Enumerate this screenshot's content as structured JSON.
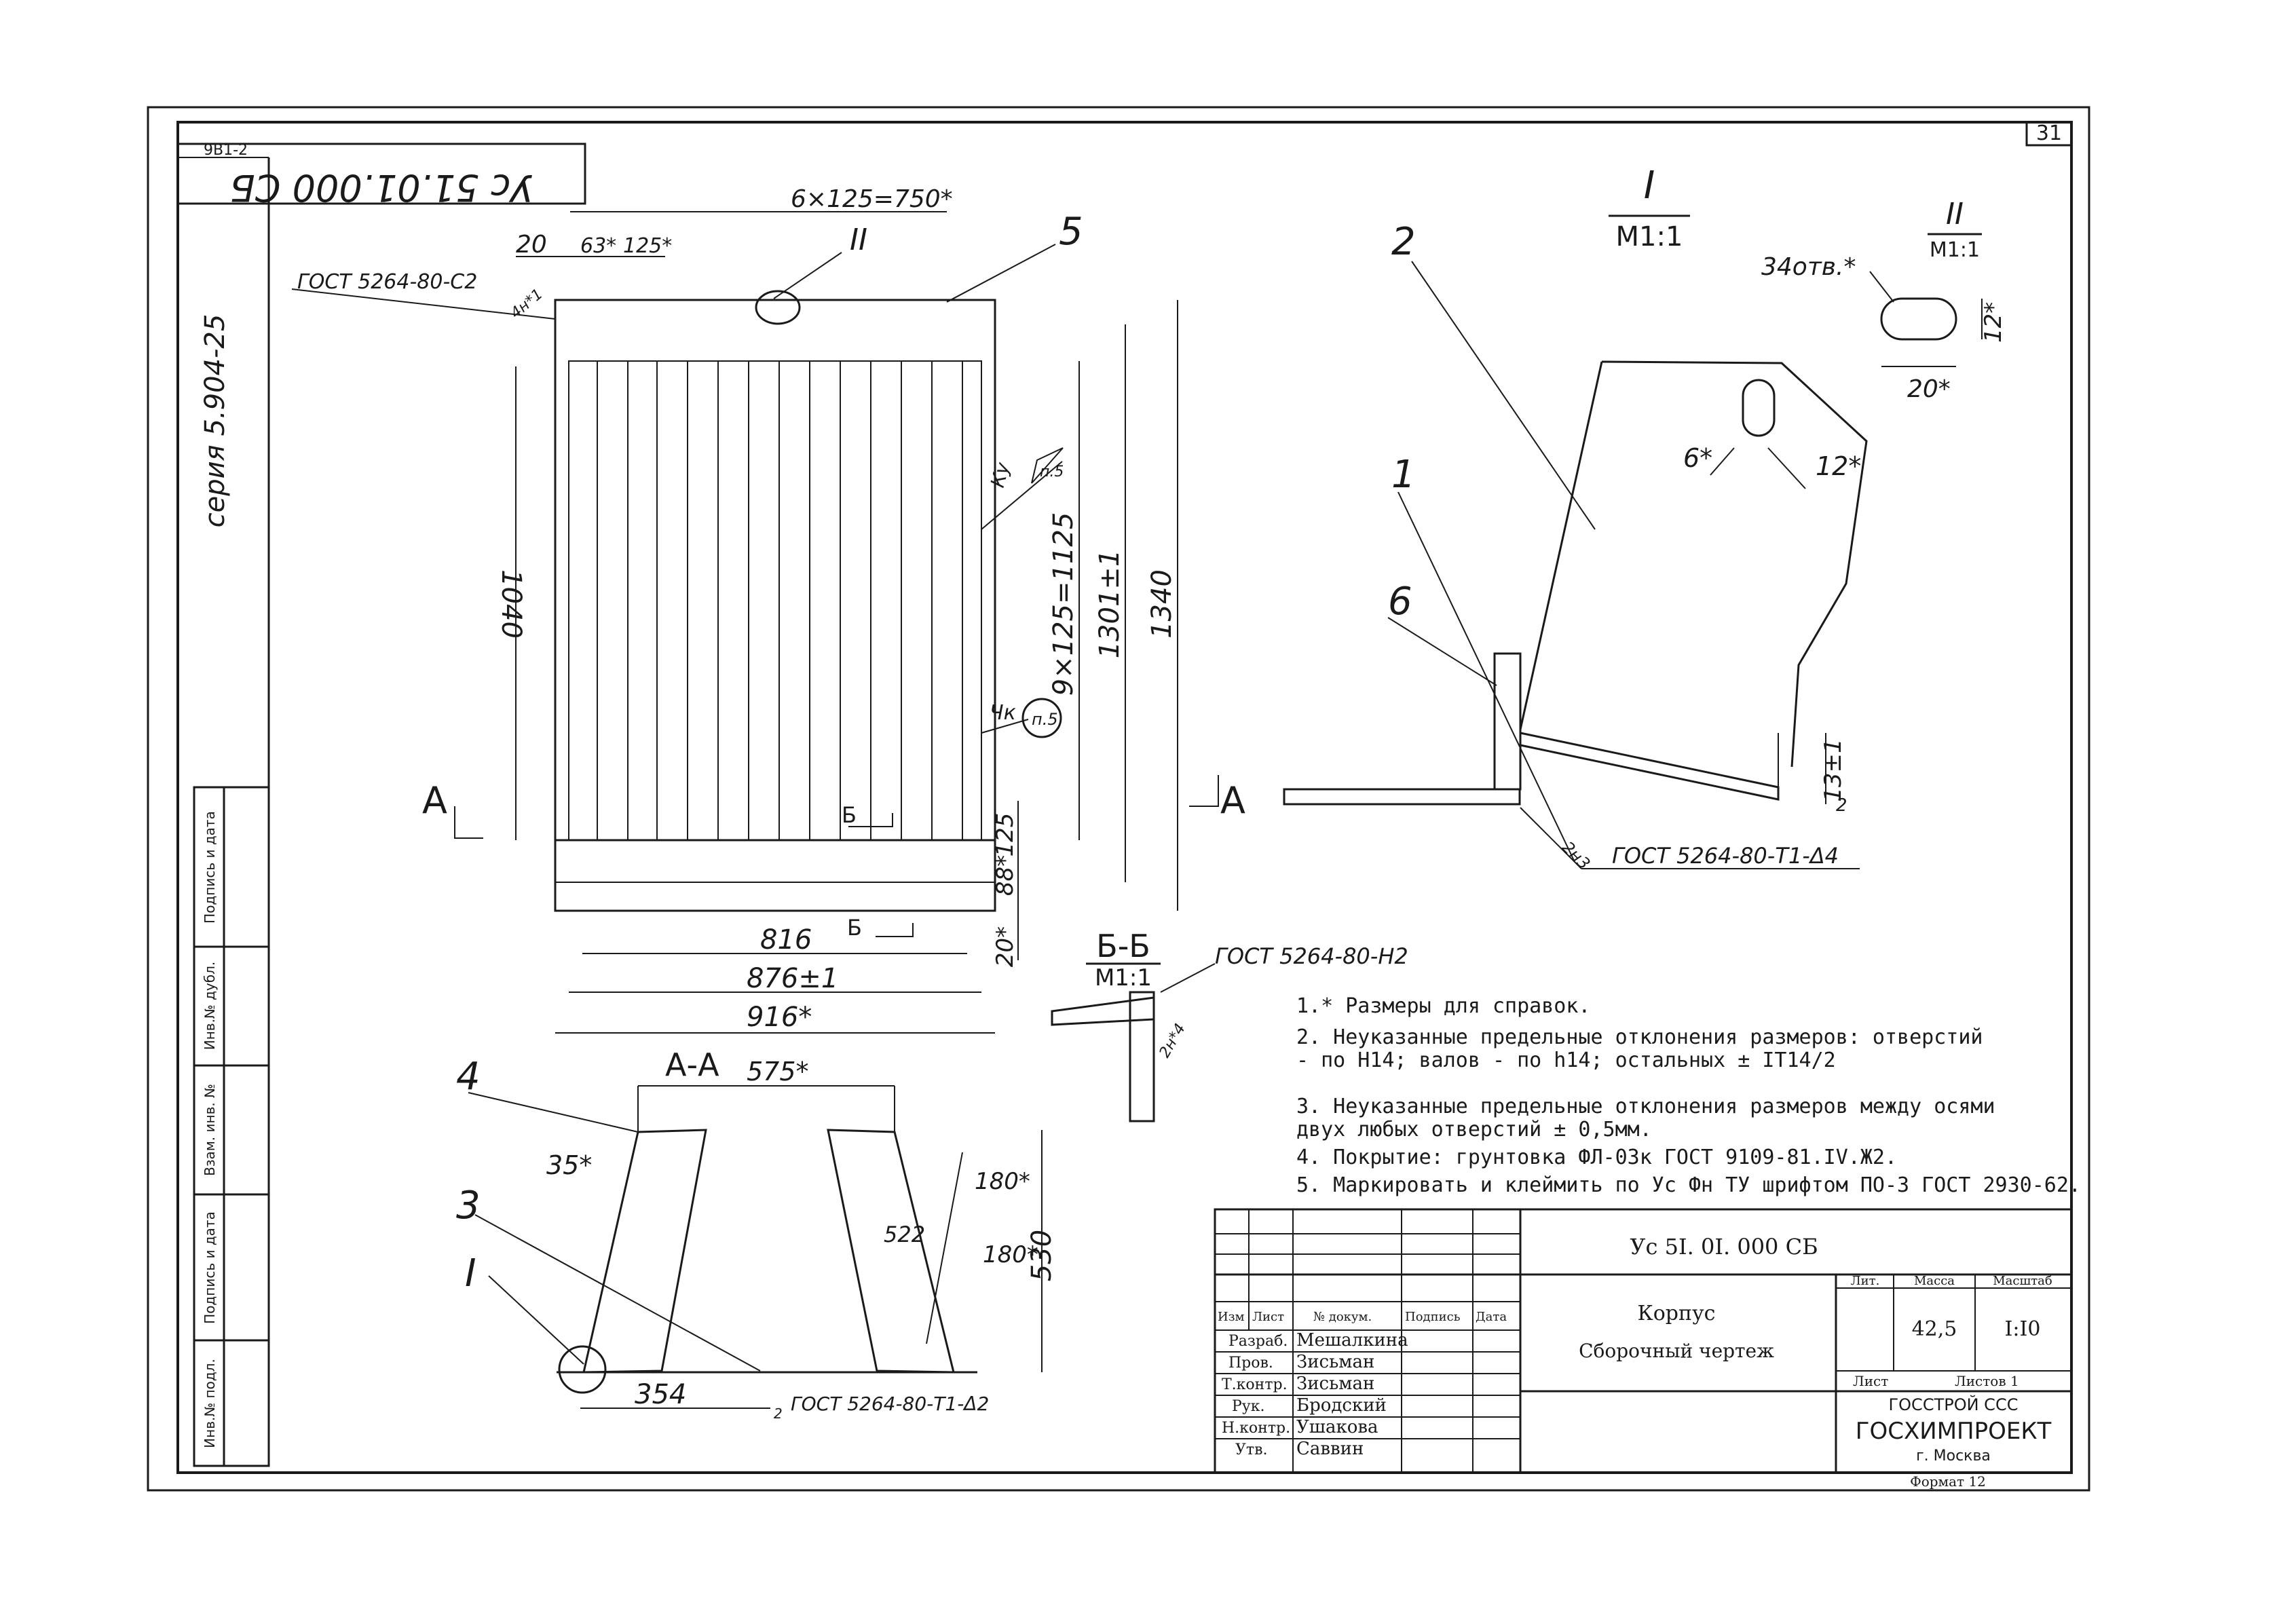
{
  "sheet": {
    "sheet_number": "31",
    "drawing_code_top": "Ус 51.01.000 СБ",
    "series": "серия 5.904-25",
    "corner_code": "9В1-2"
  },
  "main_view": {
    "dims": {
      "pitch_top": "6×125=750*",
      "d20": "20",
      "d63": "63*",
      "d125": "125*",
      "callout_II": "II",
      "callout_5": "5",
      "weld_gost": "ГОСТ 5264-80-С2",
      "weld_leg": "4н*1",
      "height_1040": "1040",
      "height_pitch": "9×125=1125",
      "height_1301": "1301±1",
      "height_1340": "1340",
      "weld_ku": "Кy",
      "weld_ku_note": "п.5",
      "weld_chk": "Чк",
      "weld_chk_note": "п.5",
      "d125b": "125",
      "d88": "88*",
      "d20b": "20*",
      "width_816": "816",
      "width_876": "876±1",
      "width_916": "916*",
      "section_A_left": "А",
      "section_A_right": "А",
      "section_B_top": "Б",
      "section_B_bottom": "Б"
    }
  },
  "section_AA": {
    "title": "А-А",
    "d575": "575*",
    "angle": "35*",
    "d522": "522",
    "d180a": "180*",
    "d180b": "180*",
    "d530": "530",
    "d354": "354",
    "callout_4": "4",
    "callout_3": "3",
    "callout_I": "I",
    "weld_gost": "ГОСТ 5264-80-Т1-Δ2",
    "weld_leg": "2"
  },
  "detail_I": {
    "title": "I",
    "scale": "М1:1",
    "callout_2": "2",
    "callout_1": "1",
    "callout_6": "6",
    "d6": "6*",
    "d12": "12*",
    "d13": "13±1",
    "d2": "2",
    "weld_leg": "2н3",
    "weld_gost": "ГОСТ 5264-80-Т1-Δ4"
  },
  "detail_II": {
    "title": "II",
    "scale": "М1:1",
    "holes": "34отв.*",
    "d12": "12*",
    "d20": "20*"
  },
  "section_BB": {
    "title": "Б-Б",
    "scale": "М1:1",
    "weld_gost": "ГОСТ 5264-80-Н2",
    "weld_leg": "2н*4"
  },
  "notes": [
    "1.* Размеры для справок.",
    "2. Неуказанные предельные отклонения размеров: отверстий",
    "   - по Н14; валов - по h14; остальных ± IT14/2",
    "3. Неуказанные предельные отклонения размеров между осями",
    "   двух любых отверстий ± 0,5мм.",
    "4. Покрытие: грунтовка ФЛ-03к ГОСТ 9109-81.IV.Ж2.",
    "5. Маркировать и клеймить по Ус Фн ТУ шрифтом ПО-3 ГОСТ 2930-62."
  ],
  "left_strip": {
    "labels": [
      "Подпись и дата",
      "Инв.№ дубл.",
      "Взам. инв. №",
      "Подпись и дата",
      "Инв.№ подл."
    ]
  },
  "title_block": {
    "code": "Ус 5I. 0I. 000 СБ",
    "name": "Корпус",
    "doc_type": "Сборочный чертеж",
    "col_headers": [
      "Изм",
      "Лист",
      "№ докум.",
      "Подпись",
      "Дата"
    ],
    "roles": [
      {
        "role": "Разраб.",
        "name": "Мешалкина"
      },
      {
        "role": "Пров.",
        "name": "Зисьман"
      },
      {
        "role": "Т.контр.",
        "name": "Зисьман"
      },
      {
        "role": "Рук.",
        "name": "Бродский"
      },
      {
        "role": "Н.контр.",
        "name": "Ушакова"
      },
      {
        "role": "Утв.",
        "name": "Саввин"
      }
    ],
    "lit_label": "Лит.",
    "mass_label": "Масса",
    "scale_label": "Масштаб",
    "mass": "42,5",
    "scale": "I:I0",
    "sheet_label": "Лист",
    "sheets_label": "Листов 1",
    "org1": "ГОССТРОЙ ССС",
    "org2": "ГОСХИМПРОЕКТ",
    "org3": "г. Москва",
    "format": "Формат 12"
  }
}
